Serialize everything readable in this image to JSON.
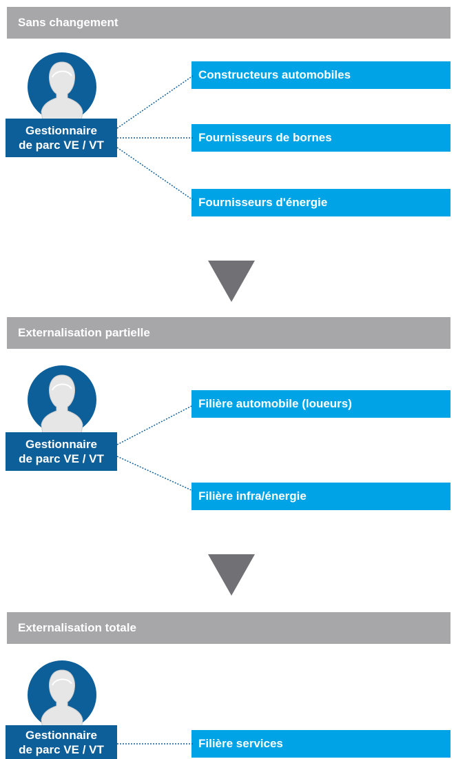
{
  "sections": [
    {
      "title": "Sans changement",
      "manager": {
        "line1": "Gestionnaire",
        "line2": "de parc VE / VT"
      },
      "targets": [
        "Constructeurs automobiles",
        "Fournisseurs de bornes",
        "Fournisseurs d'énergie"
      ]
    },
    {
      "title": "Externalisation partielle",
      "manager": {
        "line1": "Gestionnaire",
        "line2": "de parc VE / VT"
      },
      "targets": [
        "Filière automobile (loueurs)",
        "Filière infra/énergie"
      ]
    },
    {
      "title": "Externalisation totale",
      "manager": {
        "line1": "Gestionnaire",
        "line2": "de parc VE / VT"
      },
      "targets": [
        "Filière services"
      ]
    }
  ],
  "colors": {
    "section_bar": "#a7a7aa",
    "manager_box": "#0d5f9a",
    "target_box": "#00a3e6",
    "arrow": "#717175",
    "avatar_circle": "#0d5f9a"
  },
  "icons": {
    "avatar": "person-avatar-icon",
    "flow_arrow": "down-triangle-icon"
  }
}
